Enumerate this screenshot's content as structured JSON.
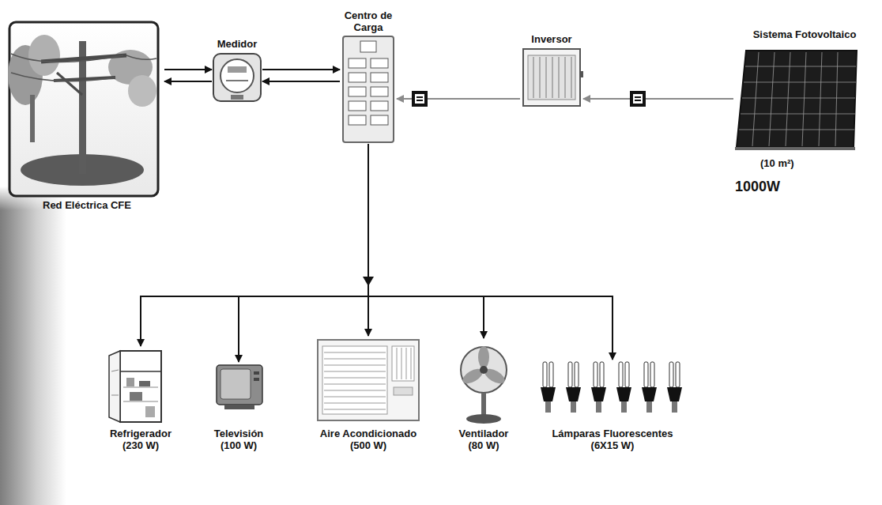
{
  "diagram": {
    "nodes": [
      {
        "text": [
          "Red Eléctrica CFE"
        ]
      },
      {
        "text": [
          "Medidor"
        ]
      },
      {
        "text": [
          "Centro de Carga"
        ]
      },
      {
        "text": [
          "Inversor"
        ]
      },
      {
        "text": [
          "Sistema Fotovoltaico",
          "(10 m²)",
          "1000W"
        ]
      },
      {
        "text": [
          "Refrigerador",
          "(230 W)"
        ]
      },
      {
        "text": [
          "Televisión",
          "(100 W)"
        ]
      },
      {
        "text": [
          "Aire Acondicionado",
          "(500 W)"
        ]
      },
      {
        "text": [
          "Ventilador",
          "(80 W)"
        ]
      },
      {
        "text": [
          "Lámparas Fluorescentes",
          "(6X15 W)"
        ]
      }
    ],
    "edges": [
      {
        "from": 0,
        "to": 1,
        "arrow": "to"
      },
      {
        "from": 1,
        "to": 0,
        "arrow": "to"
      },
      {
        "from": 1,
        "to": 2,
        "arrow": "to"
      },
      {
        "from": 2,
        "to": 1,
        "arrow": "to"
      },
      {
        "from": 3,
        "to": 2,
        "arrow": "to"
      },
      {
        "from": 4,
        "to": 3,
        "arrow": "to"
      },
      {
        "from": 2,
        "to": 5,
        "arrow": "to"
      },
      {
        "from": 2,
        "to": 6,
        "arrow": "to"
      },
      {
        "from": 2,
        "to": 7,
        "arrow": "to"
      },
      {
        "from": 2,
        "to": 8,
        "arrow": "to"
      },
      {
        "from": 2,
        "to": 9,
        "arrow": "to"
      }
    ]
  }
}
